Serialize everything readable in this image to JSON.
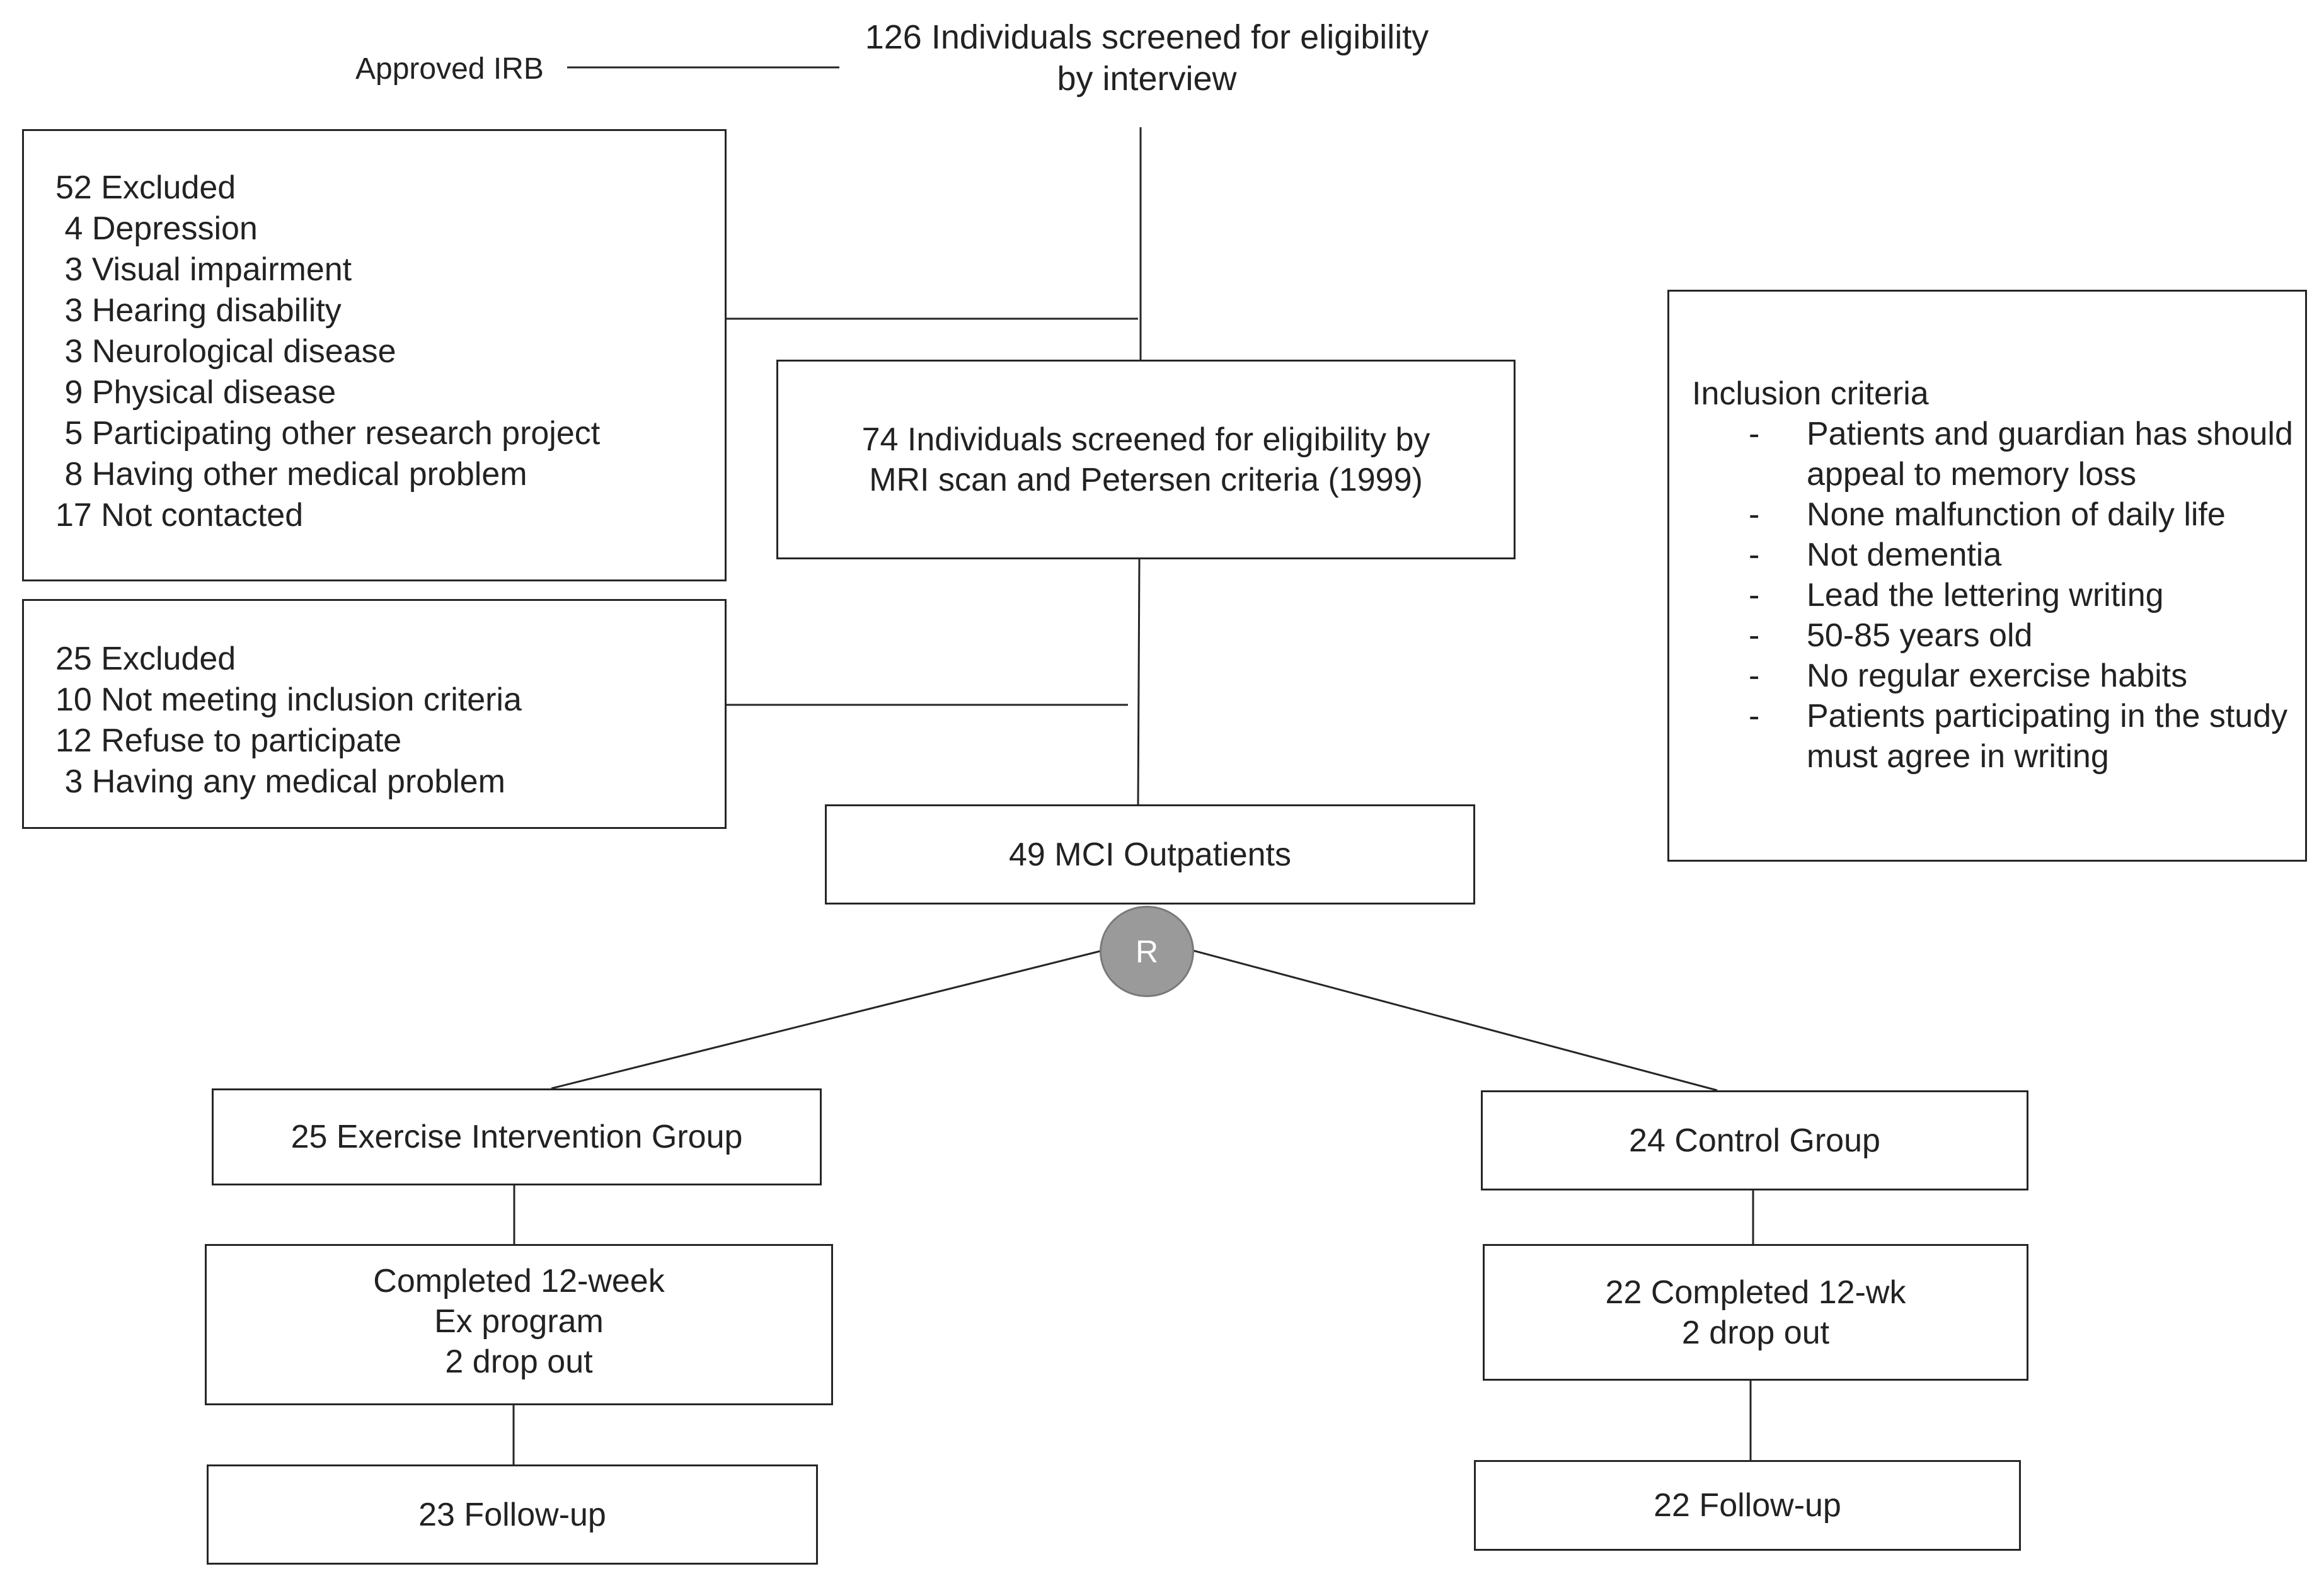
{
  "irb_label": "Approved IRB",
  "screening": {
    "line1": "126 Individuals screened for eligibility",
    "line2": "by interview"
  },
  "excluded_first": {
    "lines": [
      "52 Excluded",
      " 4 Depression",
      " 3 Visual impairment",
      " 3 Hearing disability",
      " 3 Neurological disease",
      " 9 Physical disease",
      " 5 Participating other research project",
      " 8 Having other medical problem",
      "17 Not contacted"
    ]
  },
  "mri_screening": {
    "line1": "74 Individuals screened for eligibility by",
    "line2": "MRI scan and Petersen criteria (1999)"
  },
  "excluded_second": {
    "lines": [
      "25 Excluded",
      "10 Not meeting inclusion criteria",
      "12 Refuse to participate",
      " 3 Having any medical problem"
    ]
  },
  "mci": {
    "label": "49 MCI Outpatients"
  },
  "randomization": {
    "label": "R"
  },
  "inclusion_criteria": {
    "heading": "Inclusion criteria",
    "bullet": "-",
    "items": [
      "Patients and guardian has should appeal to memory loss",
      "None malfunction of daily life",
      "Not dementia",
      "Lead the lettering writing",
      "50-85 years old",
      "No regular exercise habits",
      "Patients participating in the study must agree in writing"
    ]
  },
  "exercise_group": {
    "label": "25 Exercise Intervention Group",
    "completed_line1": "Completed 12-week",
    "completed_line2": "Ex program",
    "completed_line3": "2 drop out",
    "followup": "23 Follow-up"
  },
  "control_group": {
    "label": "24 Control Group",
    "completed_line1": "22 Completed 12-wk",
    "completed_line2": "2 drop out",
    "followup": "22 Follow-up"
  }
}
